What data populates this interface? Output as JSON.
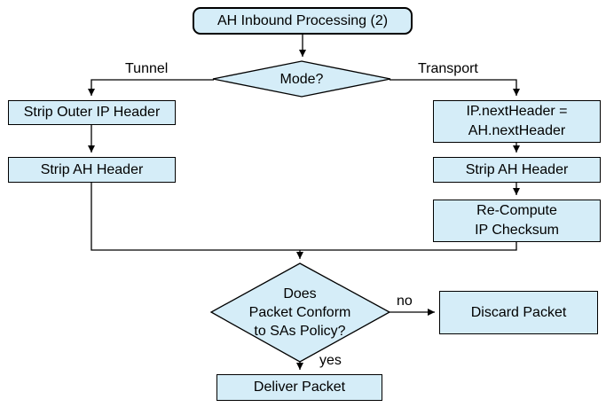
{
  "diagram": {
    "type": "flowchart",
    "colors": {
      "background": "#ffffff",
      "node_fill": "#d5edf8",
      "node_border": "#000000",
      "line_color": "#000000",
      "text_color": "#000000"
    },
    "nodes": {
      "start": "AH Inbound Processing (2)",
      "mode_decision": "Mode?",
      "strip_outer_ip": "Strip Outer IP Header",
      "strip_ah_left": "Strip AH Header",
      "ip_next_header": "IP.nextHeader =\nAH.nextHeader",
      "strip_ah_right": "Strip AH Header",
      "recompute_checksum": "Re-Compute\nIP Checksum",
      "policy_decision": "Does\nPacket Conform\nto SAs Policy?",
      "discard": "Discard Packet",
      "deliver": "Deliver Packet"
    },
    "edge_labels": {
      "tunnel": "Tunnel",
      "transport": "Transport",
      "no": "no",
      "yes": "yes"
    }
  }
}
